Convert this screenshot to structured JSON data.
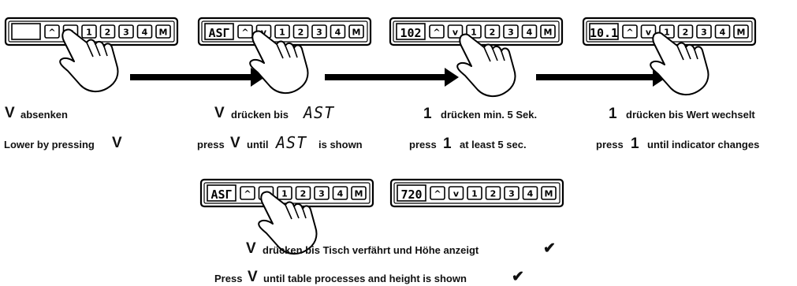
{
  "panels": [
    {
      "display": ""
    },
    {
      "display": "ASΓ"
    },
    {
      "display": "102"
    },
    {
      "display": "10.1"
    },
    {
      "display": "ASΓ"
    },
    {
      "display": "720"
    }
  ],
  "keys": [
    "^",
    "v",
    "1",
    "2",
    "3",
    "4",
    "M"
  ],
  "steps": [
    {
      "de": "absenken",
      "en_pre": "Lower by pressing",
      "en_post": ""
    },
    {
      "de": "drücken bis",
      "code": "AST",
      "en_pre": "press",
      "en_mid": "until",
      "en_post": "is shown"
    },
    {
      "key": "1",
      "de": "drücken min. 5 Sek.",
      "en_pre": "press",
      "en_post": "at least 5 sec."
    },
    {
      "key": "1",
      "de": "drücken bis Wert wechselt",
      "en_pre": "press",
      "en_post": "until indicator changes"
    }
  ],
  "final": {
    "de": "drücken bis Tisch verfährt und Höhe anzeigt",
    "en_pre": "Press",
    "en_post": "until table processes and height is shown"
  },
  "symbols": {
    "down": "V",
    "check": "✔"
  }
}
